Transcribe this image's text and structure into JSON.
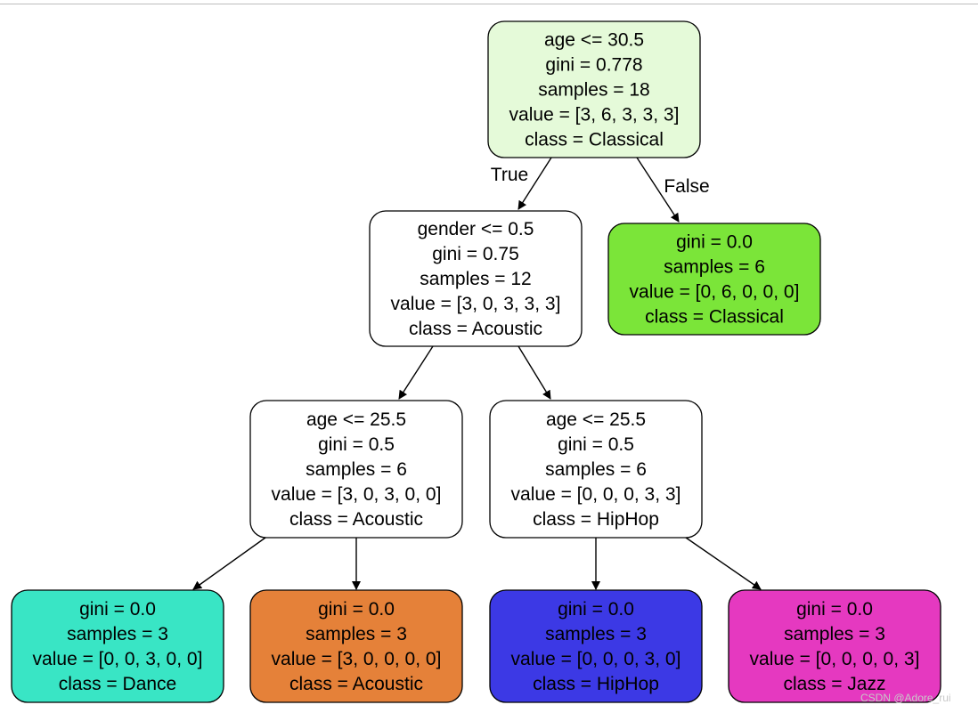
{
  "nodes": [
    {
      "id": "n0",
      "color": "#e5fad9",
      "lines": [
        "age <= 30.5",
        "gini = 0.778",
        "samples = 18",
        "value = [3, 6, 3, 3, 3]",
        "class = Classical"
      ]
    },
    {
      "id": "n1",
      "color": "#ffffff",
      "lines": [
        "gender <= 0.5",
        "gini = 0.75",
        "samples = 12",
        "value = [3, 0, 3, 3, 3]",
        "class = Acoustic"
      ]
    },
    {
      "id": "n2",
      "color": "#7be539",
      "lines": [
        "gini = 0.0",
        "samples = 6",
        "value = [0, 6, 0, 0, 0]",
        "class = Classical"
      ]
    },
    {
      "id": "n3",
      "color": "#ffffff",
      "lines": [
        "age <= 25.5",
        "gini = 0.5",
        "samples = 6",
        "value = [3, 0, 3, 0, 0]",
        "class = Acoustic"
      ]
    },
    {
      "id": "n4",
      "color": "#ffffff",
      "lines": [
        "age <= 25.5",
        "gini = 0.5",
        "samples = 6",
        "value = [0, 0, 0, 3, 3]",
        "class = HipHop"
      ]
    },
    {
      "id": "n5",
      "color": "#39e5c5",
      "lines": [
        "gini = 0.0",
        "samples = 3",
        "value = [0, 0, 3, 0, 0]",
        "class = Dance"
      ]
    },
    {
      "id": "n6",
      "color": "#e58139",
      "lines": [
        "gini = 0.0",
        "samples = 3",
        "value = [3, 0, 0, 0, 0]",
        "class = Acoustic"
      ]
    },
    {
      "id": "n7",
      "color": "#3c39e5",
      "lines": [
        "gini = 0.0",
        "samples = 3",
        "value = [0, 0, 0, 3, 0]",
        "class = HipHop"
      ]
    },
    {
      "id": "n8",
      "color": "#e539c0",
      "lines": [
        "gini = 0.0",
        "samples = 3",
        "value = [0, 0, 0, 0, 3]",
        "class = Jazz"
      ]
    }
  ],
  "edges": [
    {
      "from": "n0",
      "to": "n1",
      "label": "True"
    },
    {
      "from": "n0",
      "to": "n2",
      "label": "False"
    },
    {
      "from": "n1",
      "to": "n3",
      "label": ""
    },
    {
      "from": "n1",
      "to": "n4",
      "label": ""
    },
    {
      "from": "n3",
      "to": "n5",
      "label": ""
    },
    {
      "from": "n3",
      "to": "n6",
      "label": ""
    },
    {
      "from": "n4",
      "to": "n7",
      "label": ""
    },
    {
      "from": "n4",
      "to": "n8",
      "label": ""
    }
  ],
  "watermark": "CSDN @Adore_rui"
}
